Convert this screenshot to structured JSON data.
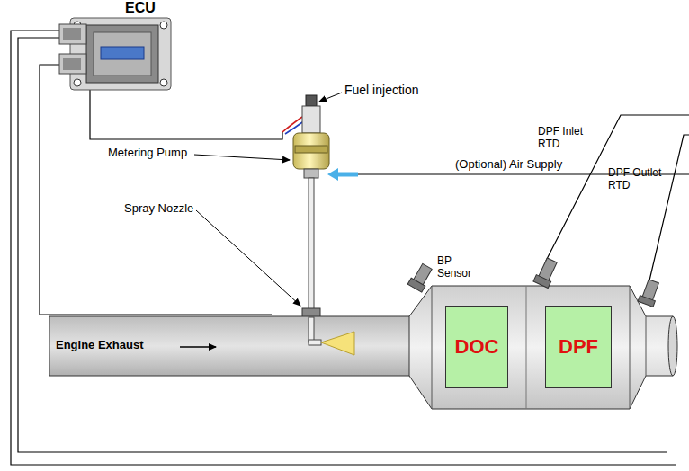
{
  "diagram": {
    "nodes": [
      {
        "text": [
          "ECU"
        ]
      },
      {
        "text": [
          "Engine Exhaust"
        ]
      },
      {
        "text": [
          "DOC"
        ]
      },
      {
        "text": [
          "DPF"
        ]
      }
    ],
    "labels": [
      "Fuel injection",
      "Metering Pump",
      "(Optional) Air Supply",
      "Spray Nozzle",
      "BP Sensor",
      "DPF Inlet RTD",
      "DPF Outlet RTD"
    ]
  }
}
